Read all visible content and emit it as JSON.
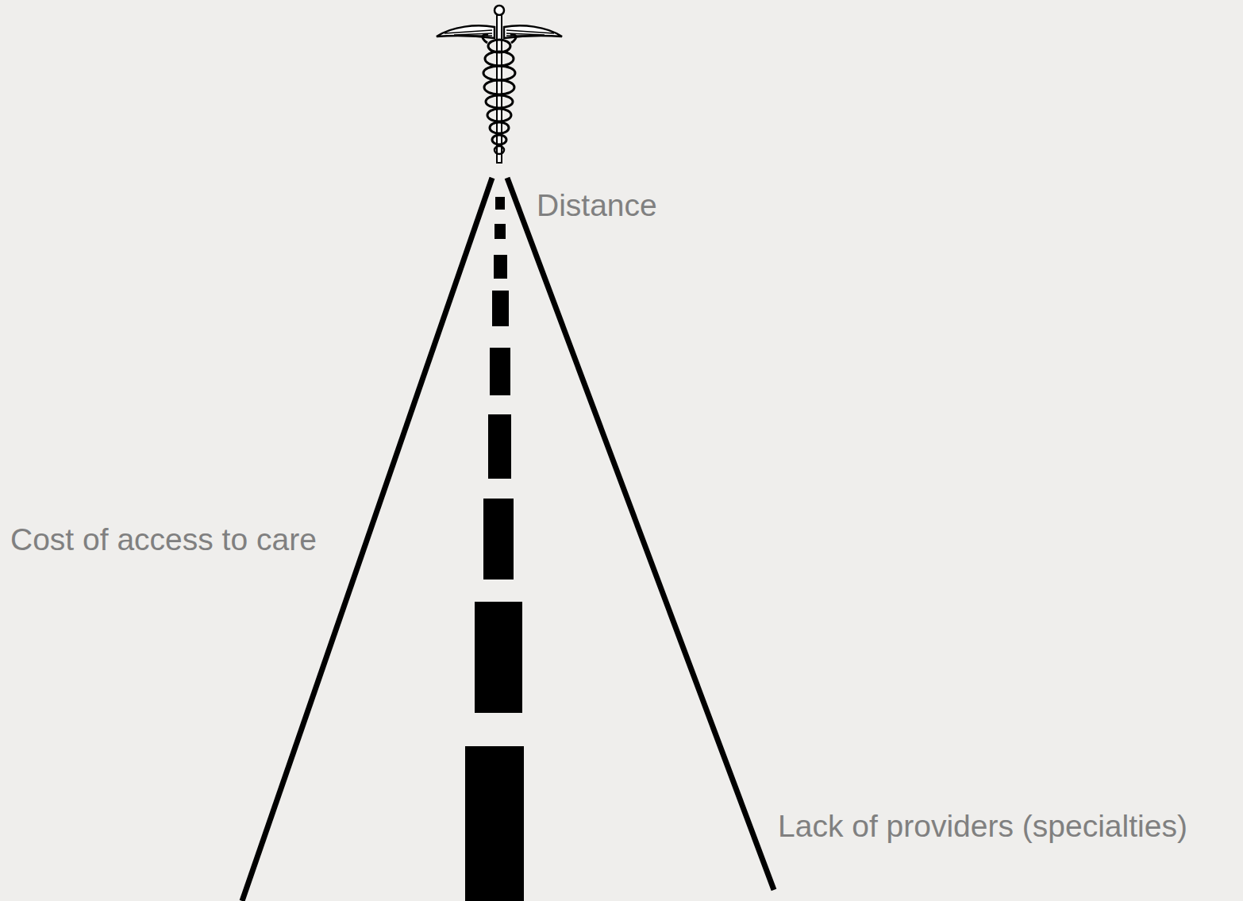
{
  "diagram": {
    "labels": [
      "Distance",
      "Cost of access to care",
      "Lack of providers (specialties)"
    ]
  }
}
